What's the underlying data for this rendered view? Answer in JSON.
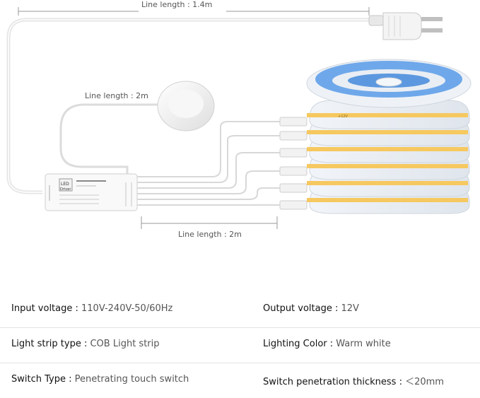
{
  "dimensions": {
    "power_cord": "Line length : 1.4m",
    "switch_cord": "Line length : 2m",
    "output_cords": "Line length : 2m"
  },
  "controller": {
    "badge_top": "LED",
    "badge_bottom": "Driver"
  },
  "strip_label": "+12V",
  "colors": {
    "strip_warm": "#f6c860",
    "strip_edge": "#e9eef4",
    "reel_blue": "#6fa8ea",
    "cable": "#e6e6e6"
  },
  "specs": [
    {
      "left": {
        "label": "Input voltage : ",
        "value": "110V-240V-50/60Hz"
      },
      "right": {
        "label": "Output voltage : ",
        "value": "12V"
      }
    },
    {
      "left": {
        "label": "Light strip type : ",
        "value": "COB Light strip"
      },
      "right": {
        "label": "Lighting Color : ",
        "value": "Warm white"
      }
    },
    {
      "left": {
        "label": "Switch Type : ",
        "value": "Penetrating touch switch"
      },
      "right": {
        "label": "Switch penetration thickness : ",
        "value": "＜20mm"
      }
    }
  ]
}
